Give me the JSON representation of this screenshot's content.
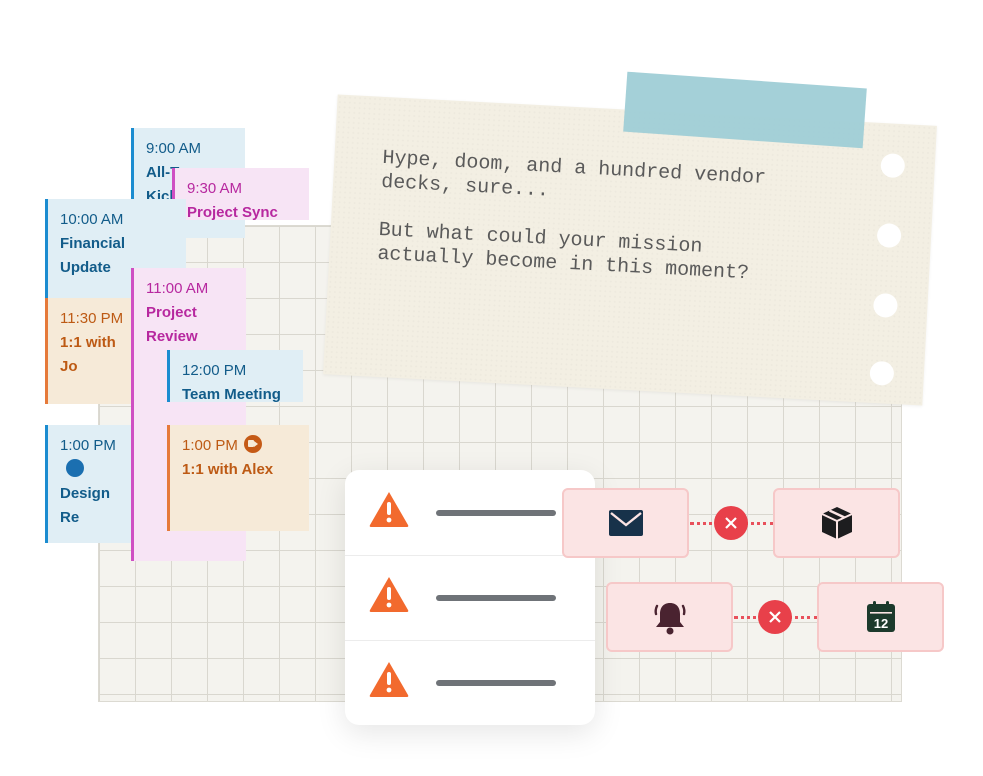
{
  "note": {
    "paragraph1_line1": "Hype, doom, and a hundred vendor",
    "paragraph1_line2": "decks, sure...",
    "paragraph2_line1": "But what could your mission",
    "paragraph2_line2": "actually become in this moment?"
  },
  "events": [
    {
      "time": "9:00 AM",
      "title": "All-T",
      "title2": "Kick"
    },
    {
      "time": "9:30 AM",
      "title": "Project Sync"
    },
    {
      "time": "10:00 AM",
      "title": "Financial Update"
    },
    {
      "time": "11:00 AM",
      "title": "Project",
      "title2": "Review"
    },
    {
      "time": "11:30 PM",
      "title": "1:1 with Jo"
    },
    {
      "time": "12:00 PM",
      "title": "Team Meeting"
    },
    {
      "time": "1:00 PM",
      "title": "Design Re"
    },
    {
      "time": "1:00 PM",
      "title": "1:1 with Alex"
    }
  ],
  "icons": {
    "alerts": [
      "warning-icon",
      "warning-icon",
      "warning-icon"
    ],
    "connector_row1": [
      "envelope-icon",
      "close-icon",
      "package-icon"
    ],
    "connector_row2": [
      "bell-icon",
      "close-icon",
      "calendar-icon"
    ]
  },
  "calendar_icon_day": "12",
  "colors": {
    "blue_event": "#1b8cd0",
    "pink_event": "#cf4fc3",
    "orange_event": "#e67a3a",
    "warning": "#f26a2e",
    "error": "#e8404a",
    "tape": "#9fcdd6"
  }
}
